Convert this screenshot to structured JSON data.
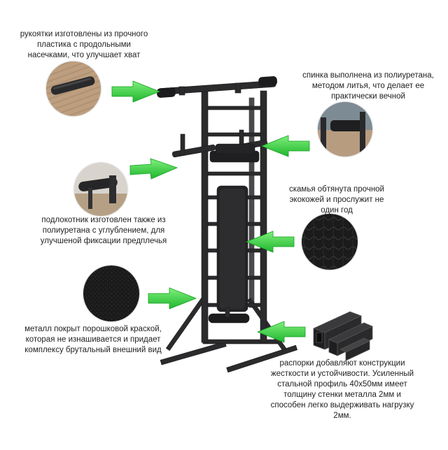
{
  "captions": {
    "grips": "рукоятки изготовлены из прочного пластика с продольными насечками, что улучшает хват",
    "backrest": "спинка выполнена из полиуретана, методом литья, что делает ее практически вечной",
    "bench": "скамья обтянута прочной экокожей и прослужит не один год",
    "armrest": "подлокотник изготовлен также из полиуретана с углублением, для улучшеной фиксации предплечья",
    "coating": "металл покрыт порошковой краской, которая не изнашивается и придает комплексу брутальный внешний вид",
    "profile": "распорки добавляют конструкции жесткости и устойчивости. Усиленный стальной профиль 40х50мм имеет толщину стенки металла 2мм и способен легко выдерживать нагрузку 2мм."
  },
  "colors": {
    "arrow": "#2fd43f",
    "frame": "#2b2b2d",
    "text": "#1f1f1f"
  },
  "icons": [
    "arrow-right-icon",
    "arrow-left-icon"
  ]
}
